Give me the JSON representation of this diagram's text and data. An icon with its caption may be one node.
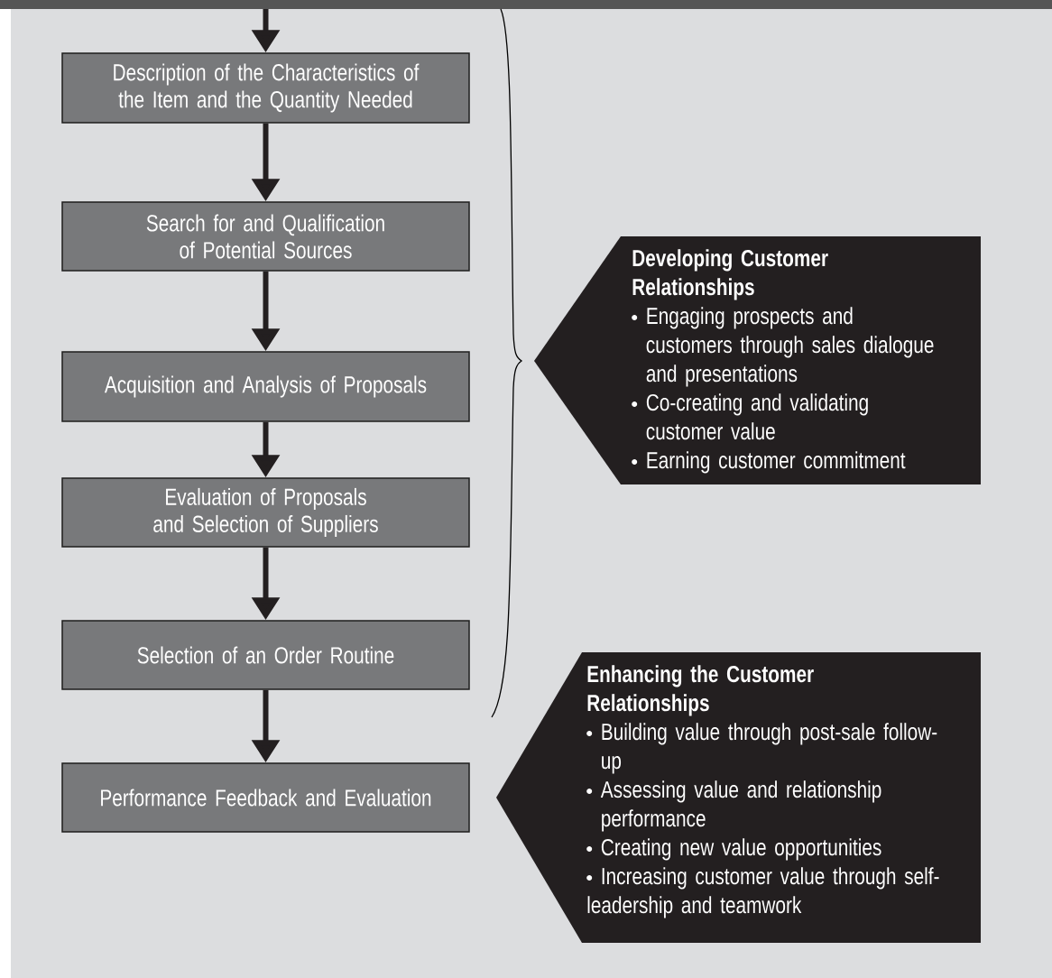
{
  "diagram": {
    "nodes": [
      {
        "text": [
          "Description of the Characteristics of the Item and the Quantity Needed"
        ]
      },
      {
        "text": [
          "Search for and Qualification of Potential Sources"
        ]
      },
      {
        "text": [
          "Acquisition and Analysis of Proposals"
        ]
      },
      {
        "text": [
          "Evaluation of Proposals and Selection of Suppliers"
        ]
      },
      {
        "text": [
          "Selection of an Order Routine"
        ]
      },
      {
        "text": [
          "Performance Feedback and Evaluation"
        ]
      },
      {
        "text": [
          "Developing Customer Relationships",
          "Engaging prospects and customers through sales dialogue and presentations",
          "Co-creating and validating customer value",
          "Earning customer commitment"
        ]
      },
      {
        "text": [
          "Enhancing the Customer Relationships",
          "Building value through post-sale follow-up",
          "Assessing value and relationship performance",
          "Creating new value opportunities",
          "Increasing customer value through self-leadership and teamwork"
        ]
      }
    ],
    "edges": [
      {
        "from": null,
        "to": 0,
        "arrow": "to"
      },
      {
        "from": 0,
        "to": 1,
        "arrow": "to"
      },
      {
        "from": 1,
        "to": 2,
        "arrow": "to"
      },
      {
        "from": 2,
        "to": 3,
        "arrow": "to"
      },
      {
        "from": 3,
        "to": 4,
        "arrow": "to"
      },
      {
        "from": 4,
        "to": 5,
        "arrow": "to"
      }
    ]
  }
}
